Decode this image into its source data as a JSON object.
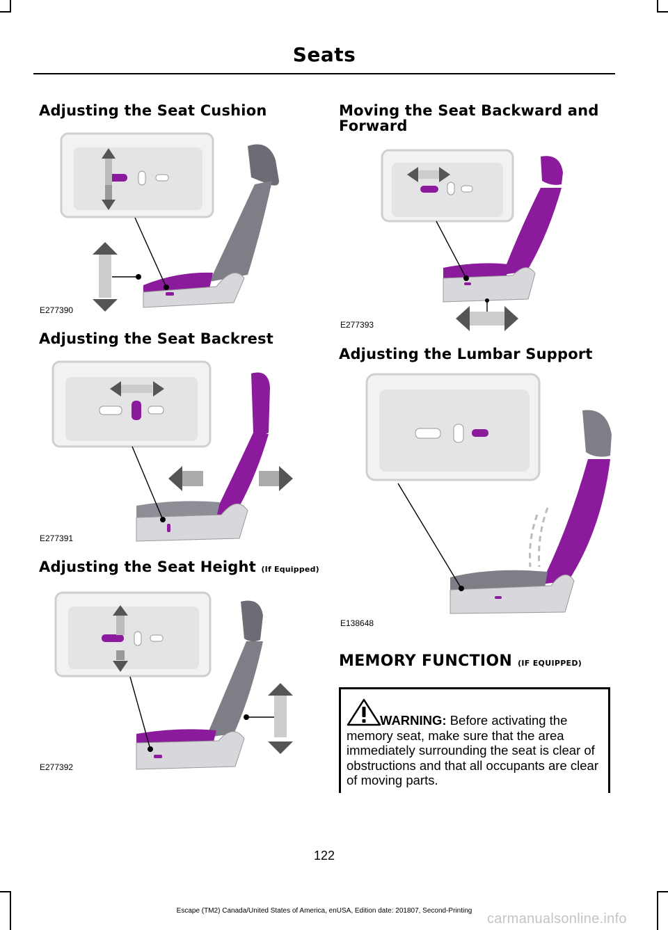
{
  "header": {
    "title": "Seats"
  },
  "sections": {
    "cushion": {
      "heading": "Adjusting the Seat Cushion",
      "figure_code": "E277390"
    },
    "backrest": {
      "heading": "Adjusting the Seat Backrest",
      "figure_code": "E277391"
    },
    "height": {
      "heading": "Adjusting the Seat Height",
      "note": "(If Equipped)",
      "figure_code": "E277392"
    },
    "moving": {
      "heading_line1": "Moving the Seat Backward and",
      "heading_line2": "Forward",
      "figure_code": "E277393"
    },
    "lumbar": {
      "heading": "Adjusting the Lumbar Support",
      "figure_code": "E138648"
    },
    "memory": {
      "heading": "MEMORY FUNCTION",
      "note": "(IF EQUIPPED)"
    }
  },
  "warning": {
    "label": "WARNING:",
    "text": " Before activating the memory seat, make sure that the area immediately surrounding the seat is clear of obstructions and that all occupants are clear of moving parts."
  },
  "page_number": "122",
  "footer": "Escape (TM2) Canada/United States of America, enUSA, Edition date: 201807, Second-Printing",
  "watermark": "carmanualsonline.info",
  "colors": {
    "accent": "#8b1a9c",
    "seat_gray": "#7e7e86",
    "panel_gray": "#e4e4e6"
  }
}
